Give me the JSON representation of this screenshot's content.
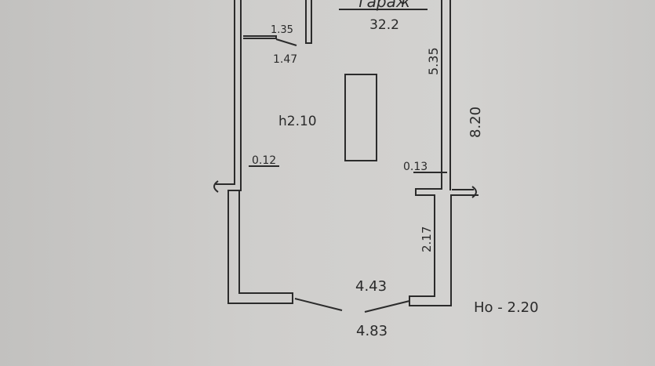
{
  "room": {
    "name": "гараж",
    "area": "32.2",
    "height": "h2.10"
  },
  "dimensions": {
    "partition_a": "1.35",
    "partition_b": "1.47",
    "inner_right_upper": "5.35",
    "outer_length": "8.20",
    "wall_left": "0.12",
    "wall_right": "0.13",
    "right_lower": "2.17",
    "inner_width": "4.43",
    "outer_width": "4.83"
  },
  "level_mark": "Ho - 2.20"
}
